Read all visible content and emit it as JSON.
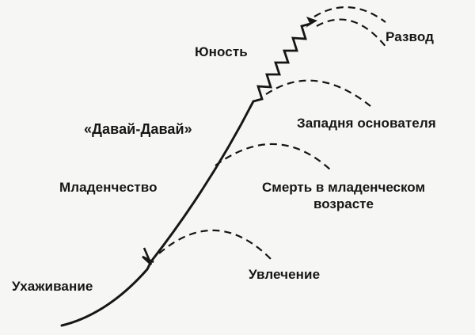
{
  "diagram": {
    "kind": "adizes-lifecycle-curve",
    "background": "#f6f6f5",
    "ink_color": "#161616",
    "stages": {
      "courtship": "Ухаживание",
      "infancy": "Младенчество",
      "gogo": "«Давай-Давай»",
      "youth": "Юность"
    },
    "failure_paths": {
      "affair": "Увлечение",
      "infant_death": "Смерть в младенческом возрасте",
      "founders_trap": "Западня основателя",
      "divorce": "Развод"
    }
  }
}
